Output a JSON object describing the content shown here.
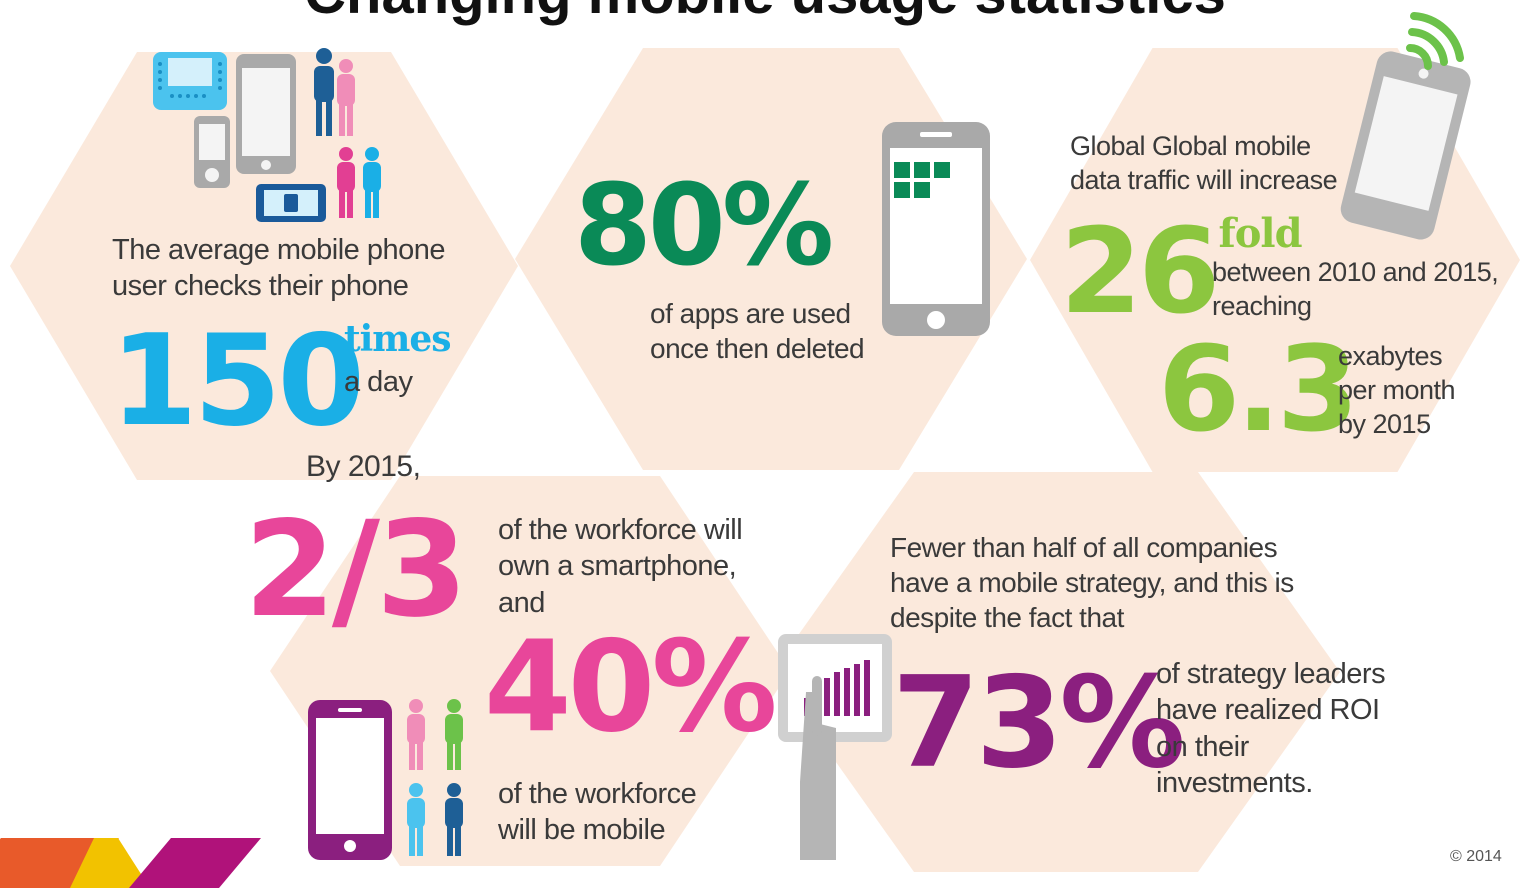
{
  "title": "Changing mobile usage statistics",
  "colors": {
    "hex_fill": "#fbe9dc",
    "blue": "#1aafe6",
    "green": "#0a8a57",
    "lime": "#8cc63f",
    "pink": "#e8469a",
    "purple": "#8b1f7f",
    "text": "#3a3a3a",
    "grey": "#b5b5b5"
  },
  "hex_top_left": {
    "intro": "The average mobile phone user checks their phone",
    "number": "150",
    "unit": "times",
    "suffix": "a day",
    "icons": [
      "keyboard-phone-icon",
      "smartphone-icon",
      "feature-phone-icon",
      "people-icon"
    ]
  },
  "hex_top_middle": {
    "number": "80%",
    "text": "of apps are used once then deleted",
    "icons": [
      "smartphone-icon"
    ]
  },
  "hex_top_right": {
    "intro": "Global Global mobile data traffic will increase",
    "number": "26",
    "unit": "- fold",
    "text": "between 2010 and 2015, reaching",
    "number2": "6.3",
    "text2": "exabytes per month by 2015",
    "icons": [
      "tablet-wifi-icon"
    ]
  },
  "hex_bottom_left": {
    "intro": "By 2015,",
    "number": "2/3",
    "text": "of the workforce will own a smartphone, and",
    "number2": "40%",
    "text2": "of the workforce will be mobile",
    "icons": [
      "smartphone-icon",
      "people-icon"
    ]
  },
  "hex_bottom_right": {
    "intro": "Fewer than half of all companies have a mobile strategy, and this is despite the fact that",
    "number": "73%",
    "text": "of strategy leaders have realized ROI on their investments.",
    "icons": [
      "tablet-chart-icon"
    ]
  },
  "footer": {
    "copyright": "© 2014"
  }
}
